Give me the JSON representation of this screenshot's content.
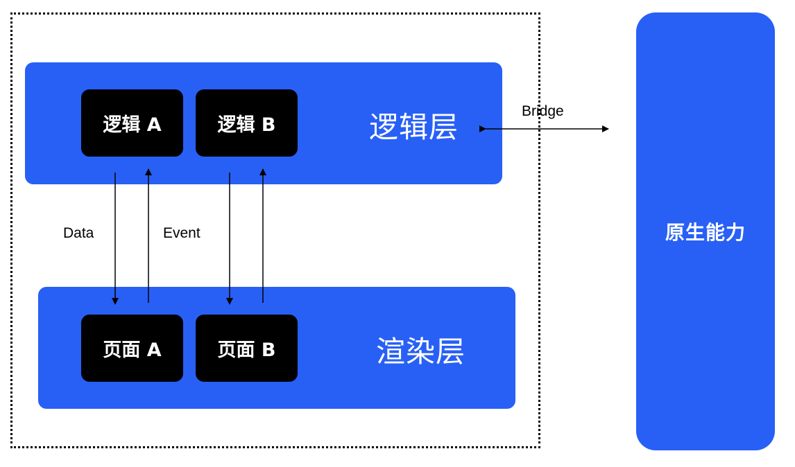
{
  "logic_layer": {
    "title": "逻辑层",
    "boxes": [
      "逻辑 A",
      "逻辑 B"
    ]
  },
  "render_layer": {
    "title": "渲染层",
    "boxes": [
      "页面 A",
      "页面 B"
    ]
  },
  "native": {
    "title": "原生能力"
  },
  "labels": {
    "data": "Data",
    "event": "Event",
    "bridge": "Bridge"
  },
  "colors": {
    "layer_blue": "#2860f6",
    "box_black": "#000000"
  }
}
